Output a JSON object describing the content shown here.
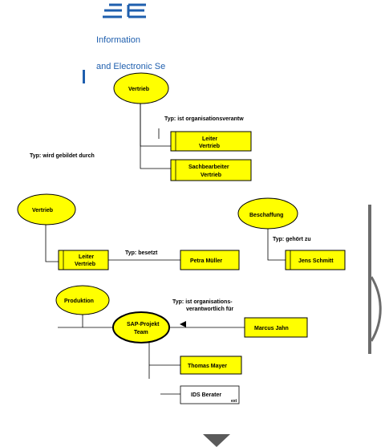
{
  "logo": {
    "line1": "Information ",
    "line2": "and Electronic Se"
  },
  "diagram1": {
    "vertrieb": "Vertrieb",
    "typ_verantw": "Typ:  ist organisationsverantw",
    "leiter": [
      "Leiter",
      "Vertrieb"
    ],
    "typ_gebildet": "Typ:  wird gebildet durch",
    "sachbearbeiter": [
      "Sachbearbeiter",
      "Vertrieb"
    ]
  },
  "diagram2": {
    "vertrieb": "Vertrieb",
    "leiter": [
      "Leiter",
      "Vertrieb"
    ],
    "typ_besetzt": "Typ:  besetzt",
    "person": "Petra Müller"
  },
  "diagram3": {
    "beschaffung": "Beschaffung",
    "typ_gehoert": "Typ:  gehört zu",
    "person": "Jens Schmitt"
  },
  "diagram4": {
    "produktion": "Produktion",
    "team": [
      "SAP-Projekt",
      "Team"
    ],
    "typ_verantw": [
      "Typ:  ist organisations-",
      "verantwortlich für"
    ],
    "marcus": "Marcus Jahn",
    "thomas": "Thomas Mayer",
    "ids": "IDS Berater",
    "ext": "ext"
  },
  "colors": {
    "fill": "#ffff00",
    "logo": "#1f5fae"
  }
}
